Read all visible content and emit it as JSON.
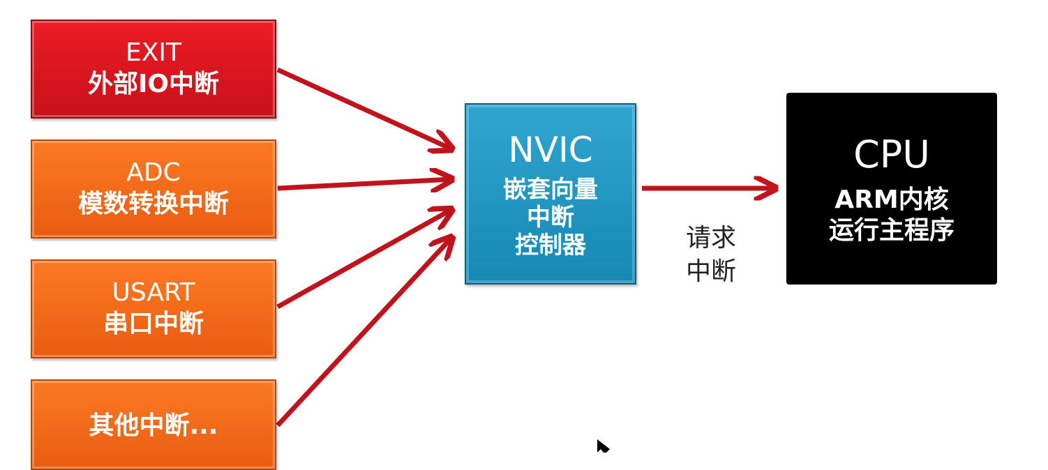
{
  "sources": [
    {
      "id": "exit",
      "title": "EXIT",
      "subtitle": "外部IO中断"
    },
    {
      "id": "adc",
      "title": "ADC",
      "subtitle": "模数转换中断"
    },
    {
      "id": "usart",
      "title": "USART",
      "subtitle": "串口中断"
    },
    {
      "id": "other",
      "title": "",
      "subtitle": "其他中断..."
    }
  ],
  "nvic": {
    "title": "NVIC",
    "lines": [
      "嵌套向量",
      "中断",
      "控制器"
    ]
  },
  "request_label": [
    "请求",
    "中断"
  ],
  "cpu": {
    "title": "CPU",
    "lines": [
      "ARM内核",
      "运行主程序"
    ]
  },
  "colors": {
    "exit_box": "#e0141c",
    "source_box": "#f26a1b",
    "nvic_box": "#1f97c3",
    "cpu_box": "#000000",
    "arrow": "#c0131b"
  },
  "icons": {
    "cursor": "mouse-pointer-icon"
  }
}
